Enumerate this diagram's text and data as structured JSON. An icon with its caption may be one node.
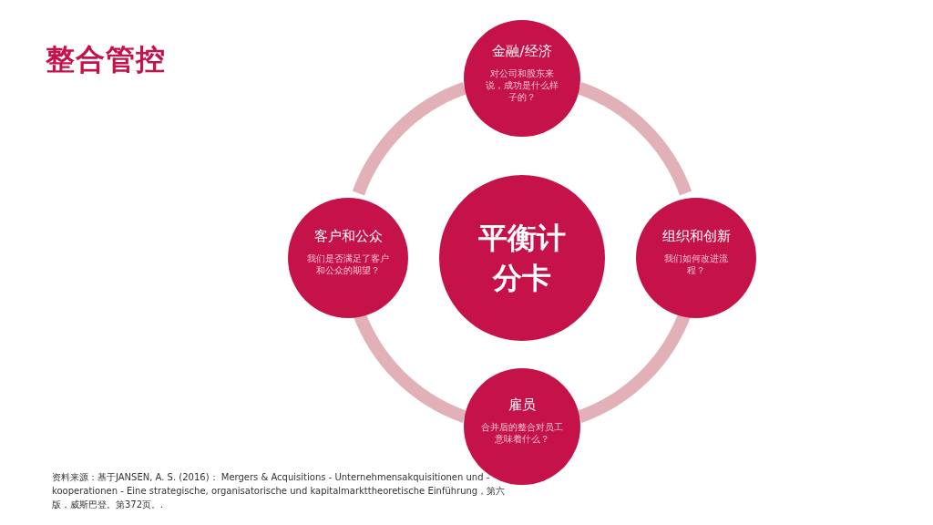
{
  "diagram": {
    "title": "整合管控",
    "caption": "资料来源：基于JANSEN, A. S. (2016)： Mergers & Acquisitions - Unternehmensakquisitionen und -kooperationen - Eine strategische, organisatorische und kapitalmarkttheoretische Einführung，第六版，威斯巴登。第372页。.",
    "nodes": [
      {
        "text": [
          "金融/经济",
          "对公司和股东来说，成功是什么样子的？"
        ]
      },
      {
        "text": [
          "客户和公众",
          "我们是否满足了客户和公众的期望？"
        ]
      },
      {
        "text": [
          "平衡计分卡"
        ]
      },
      {
        "text": [
          "组织和创新",
          "我们如何改进流程？"
        ]
      },
      {
        "text": [
          "雇员",
          "合并后的整合对员工意味着什么？"
        ]
      }
    ],
    "edges": [
      {
        "from": 0,
        "to": 3,
        "arrow": "none"
      },
      {
        "from": 3,
        "to": 4,
        "arrow": "none"
      },
      {
        "from": 4,
        "to": 1,
        "arrow": "none"
      },
      {
        "from": 1,
        "to": 0,
        "arrow": "none"
      }
    ]
  }
}
